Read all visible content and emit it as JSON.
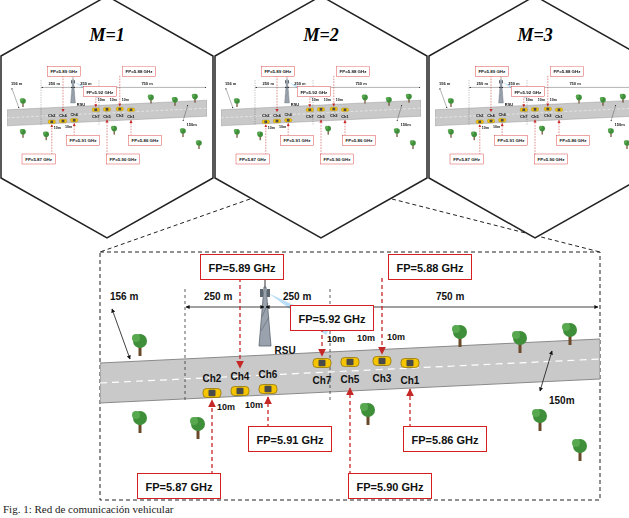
{
  "diagram": {
    "caption": "Fig. 1: Red de comunicación vehicular",
    "nodes": [
      {
        "text": [
          "M=1"
        ]
      },
      {
        "text": [
          "FP=5.89 GHz"
        ],
        "in": 0
      },
      {
        "text": [
          "FP=5.88 GHz"
        ],
        "in": 0
      },
      {
        "text": [
          "FP=5.92 GHz"
        ],
        "in": 0
      },
      {
        "text": [
          "FP=5.91 GHz"
        ],
        "in": 0
      },
      {
        "text": [
          "FP=5.86 GHz"
        ],
        "in": 0
      },
      {
        "text": [
          "FP=5.87 GHz"
        ],
        "in": 0
      },
      {
        "text": [
          "FP=5.90 GHz"
        ],
        "in": 0
      },
      {
        "text": [
          "M=2"
        ]
      },
      {
        "text": [
          "FP=5.89 GHz"
        ],
        "in": 8
      },
      {
        "text": [
          "FP=5.88 GHz"
        ],
        "in": 8
      },
      {
        "text": [
          "FP=5.92 GHz"
        ],
        "in": 8
      },
      {
        "text": [
          "FP=5.91 GHz"
        ],
        "in": 8
      },
      {
        "text": [
          "FP=5.86 GHz"
        ],
        "in": 8
      },
      {
        "text": [
          "FP=5.87 GHz"
        ],
        "in": 8
      },
      {
        "text": [
          "FP=5.90 GHz"
        ],
        "in": 8
      },
      {
        "text": [
          "M=3"
        ]
      },
      {
        "text": [
          "FP=5.89 GHz"
        ],
        "in": 16
      },
      {
        "text": [
          "FP=5.88 GHz"
        ],
        "in": 16
      },
      {
        "text": [
          "FP=5.92 GHz"
        ],
        "in": 16
      },
      {
        "text": [
          "FP=5.91 GHz"
        ],
        "in": 16
      },
      {
        "text": [
          "FP=5.86 GHz"
        ],
        "in": 16
      },
      {
        "text": [
          "FP=5.87 GHz"
        ],
        "in": 16
      },
      {
        "text": [
          "FP=5.90 GHz"
        ],
        "in": 16
      },
      {
        "text": [
          "FP=5.89 GHz"
        ]
      },
      {
        "text": [
          "FP=5.88 GHz"
        ]
      },
      {
        "text": [
          "FP=5.92 GHz"
        ]
      },
      {
        "text": [
          "FP=5.91 GHz"
        ]
      },
      {
        "text": [
          "FP=5.86 GHz"
        ]
      },
      {
        "text": [
          "FP=5.87 GHz"
        ]
      },
      {
        "text": [
          "FP=5.90 GHz"
        ]
      }
    ],
    "labels": [
      "RSU",
      "250 m",
      "250 m",
      "750 m",
      "156 m",
      "150m",
      "Ch2",
      "Ch4",
      "Ch6",
      "Ch7",
      "Ch5",
      "Ch3",
      "Ch1",
      "10m",
      "10m",
      "10m",
      "10m",
      "10m",
      "RSU",
      "250 m",
      "250 m",
      "750 m",
      "156 m",
      "150m",
      "Ch2",
      "Ch4",
      "Ch6",
      "Ch7",
      "Ch5",
      "Ch3",
      "Ch1",
      "10m",
      "10m",
      "10m",
      "10m",
      "10m",
      "RSU",
      "250 m",
      "250 m",
      "750 m",
      "156 m",
      "150m",
      "Ch2",
      "Ch4",
      "Ch6",
      "Ch7",
      "Ch5",
      "Ch3",
      "Ch1",
      "10m",
      "10m",
      "10m",
      "10m",
      "10m",
      "RSU",
      "250 m",
      "250 m",
      "750 m",
      "156 m",
      "150m",
      "Ch2",
      "Ch4",
      "Ch6",
      "Ch7",
      "Ch5",
      "Ch3",
      "Ch1",
      "10m",
      "10m",
      "10m",
      "10m",
      "10m"
    ]
  }
}
